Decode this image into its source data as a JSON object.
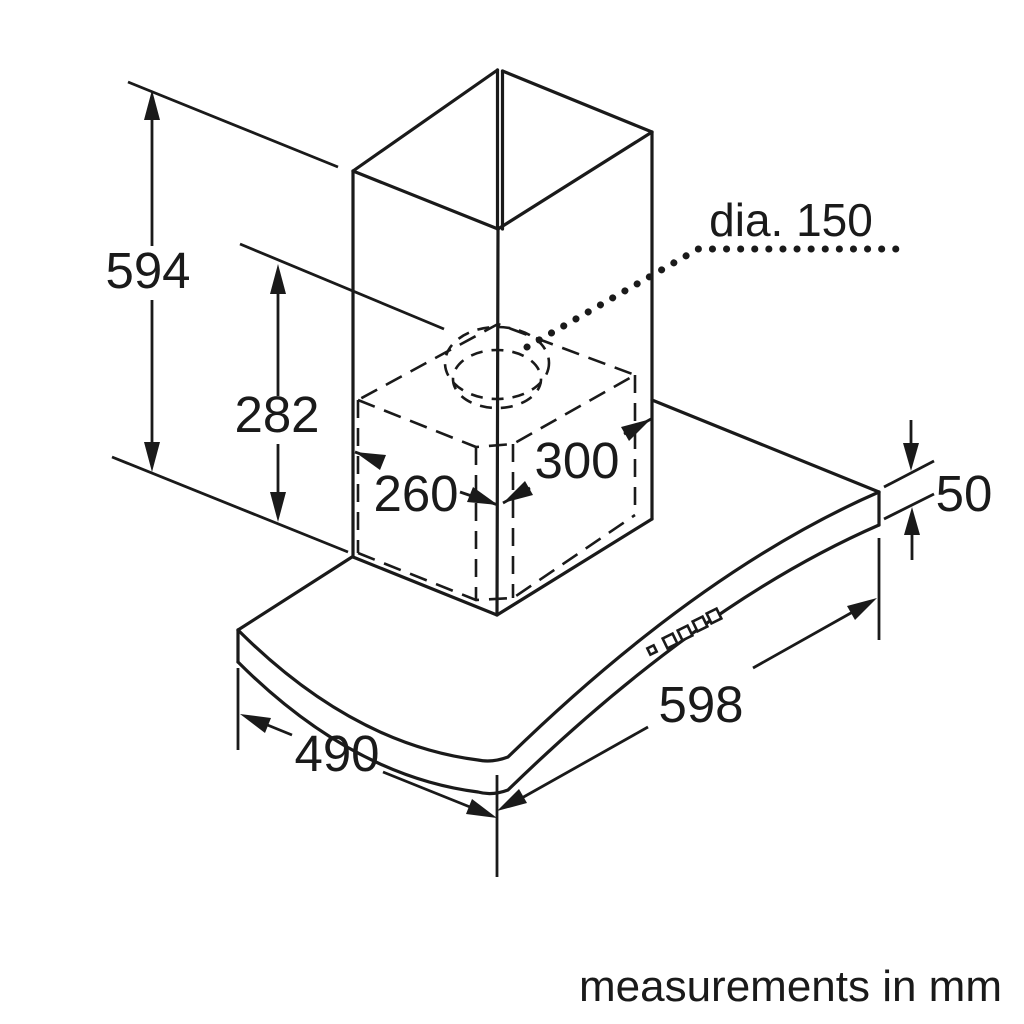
{
  "drawing": {
    "unit_note": "measurements in mm",
    "dimensions": {
      "total_height": "594",
      "chimney_section_height": "282",
      "duct_depth": "260",
      "duct_width": "300",
      "outlet_diameter": "dia. 150",
      "canopy_height": "50",
      "canopy_width": "598",
      "canopy_depth": "490"
    },
    "colors": {
      "line": "#1a1a1a",
      "background": "#ffffff"
    }
  }
}
